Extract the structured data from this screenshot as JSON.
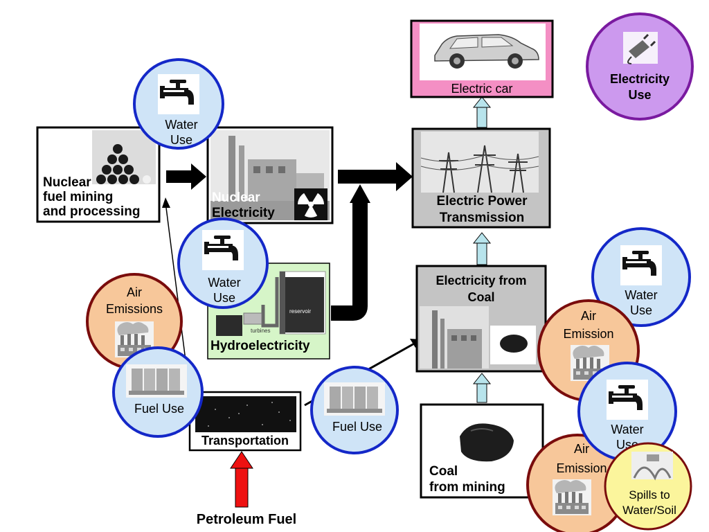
{
  "nuclear_mining": {
    "line1": "Nuclear",
    "line2": "fuel mining",
    "line3": "and processing"
  },
  "nuclear_electricity": {
    "line1": "Nuclear",
    "line2": "Electricity"
  },
  "hydro": {
    "label": "Hydroelectricity",
    "reservoir": "reservoir",
    "turbines": "turbines"
  },
  "transmission": {
    "line1": "Electric Power",
    "line2": "Transmission"
  },
  "electric_car": {
    "label": "Electric car"
  },
  "electricity_use": {
    "line1": "Electricity",
    "line2": "Use"
  },
  "electricity_coal": {
    "line1": "Electricity from",
    "line2": "Coal"
  },
  "coal_mining": {
    "line1": "Coal",
    "line2": "from mining"
  },
  "transportation": {
    "label": "Transportation"
  },
  "petroleum": {
    "label": "Petroleum Fuel"
  },
  "water_use": {
    "line1": "Water",
    "line2": "Use"
  },
  "fuel_use": {
    "label": "Fuel Use"
  },
  "air_emissions": {
    "line1": "Air",
    "line2": "Emissions"
  },
  "air_emission": {
    "line1": "Air",
    "line2": "Emission"
  },
  "spills": {
    "line1": "Spills to",
    "line2": "Water/Soil"
  },
  "colors": {
    "water_circle_fill": "#cfe4f7",
    "water_circle_stroke": "#1428c8",
    "air_circle_fill": "#f7c79a",
    "air_circle_stroke": "#7a0c0c",
    "electricity_use_fill": "#cc99ee",
    "electricity_use_stroke": "#7a1aa0",
    "spills_fill": "#fbf59c",
    "car_box": "#f48fc4",
    "hydro_box": "#d6f5c8",
    "gray_box": "#c4c4c4",
    "petroleum_arrow": "#ee1111",
    "flow_arrow": "#b8e4ec"
  }
}
